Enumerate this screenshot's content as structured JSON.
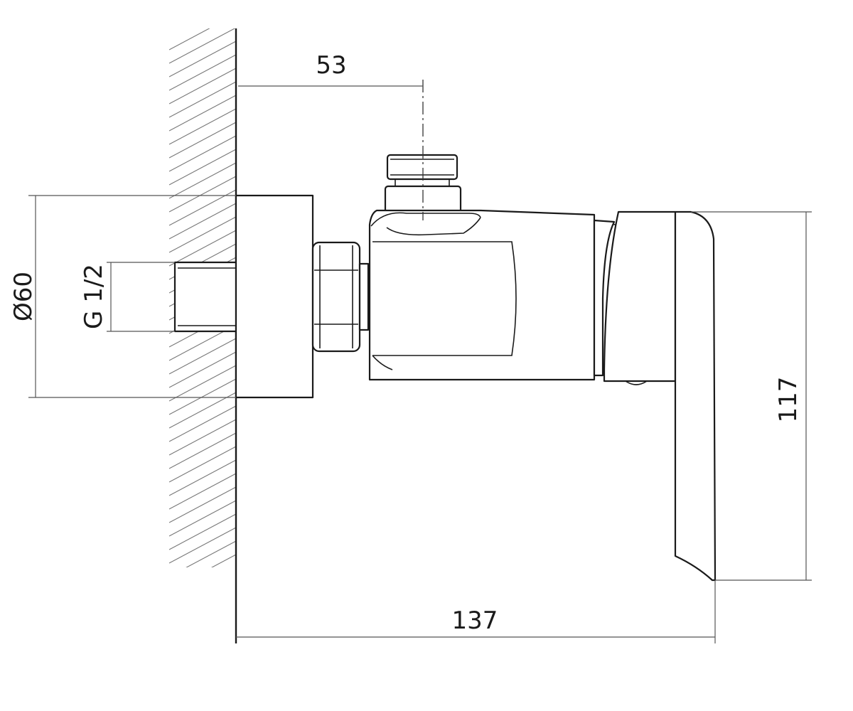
{
  "dimensions": {
    "offset": "53",
    "diameter": "Ø60",
    "thread": "G 1/2",
    "height": "117",
    "depth": "137"
  }
}
